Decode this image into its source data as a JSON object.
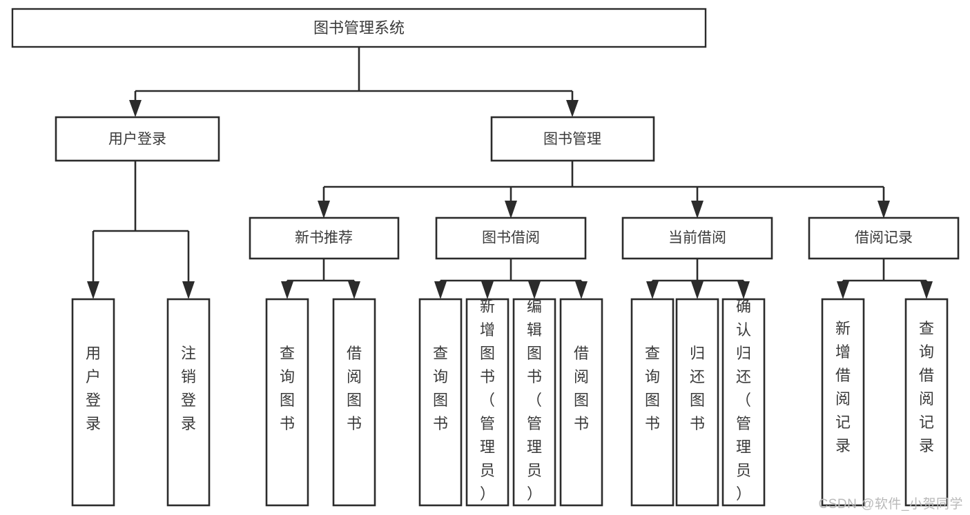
{
  "diagram": {
    "title": "图书管理系统",
    "type": "hierarchy-tree",
    "watermark": "CSDN @软件_小贺同学",
    "colors": {
      "stroke": "#2b2b2b",
      "box_fill": "#ffffff",
      "text": "#3a3a3a",
      "background": "#ffffff",
      "watermark": "#b9b9b9"
    },
    "root": {
      "label": "图书管理系统"
    },
    "level1": [
      {
        "label": "用户登录"
      },
      {
        "label": "图书管理"
      }
    ],
    "level2": [
      {
        "label": "新书推荐"
      },
      {
        "label": "图书借阅"
      },
      {
        "label": "当前借阅"
      },
      {
        "label": "借阅记录"
      }
    ],
    "leaves": {
      "user_login": [
        {
          "label": "用户登录"
        },
        {
          "label": "注销登录"
        }
      ],
      "new_book_recommend": [
        {
          "label": "查询图书"
        },
        {
          "label": "借阅图书"
        }
      ],
      "book_borrow": [
        {
          "label": "查询图书"
        },
        {
          "label": "新增图书（管理员）"
        },
        {
          "label": "编辑图书（管理员）"
        },
        {
          "label": "借阅图书"
        }
      ],
      "current_borrow": [
        {
          "label": "查询图书"
        },
        {
          "label": "归还图书"
        },
        {
          "label": "确认归还（管理员）"
        }
      ],
      "borrow_record": [
        {
          "label": "新增借阅记录"
        },
        {
          "label": "查询借阅记录"
        }
      ]
    }
  }
}
